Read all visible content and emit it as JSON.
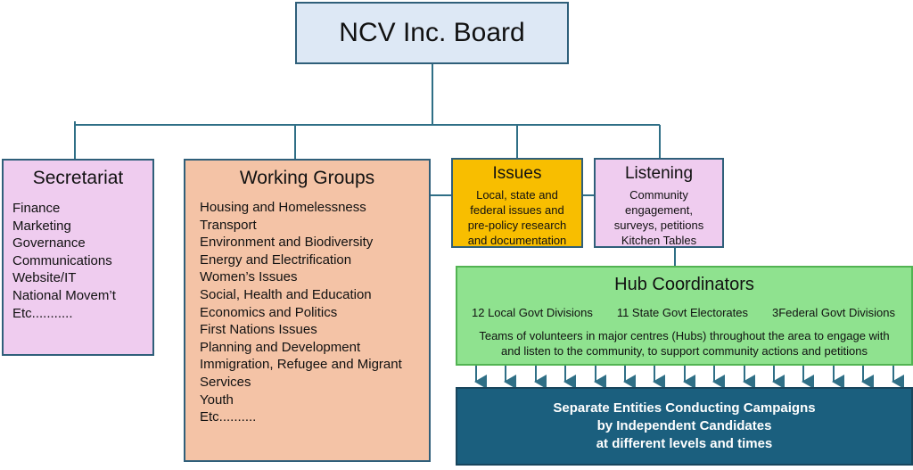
{
  "board": {
    "title": "NCV Inc. Board"
  },
  "secretariat": {
    "title": "Secretariat",
    "items": [
      "Finance",
      "Marketing",
      "Governance",
      "Communications",
      "Website/IT",
      "National Movem’t",
      "Etc..........."
    ]
  },
  "working_groups": {
    "title": "Working Groups",
    "items": [
      "Housing and Homelessness",
      "Transport",
      "Environment and Biodiversity",
      "Energy and Electrification",
      "Women’s Issues",
      "Social, Health and Education",
      "Economics and Politics",
      "First Nations Issues",
      "Planning and Development",
      "Immigration, Refugee and Migrant",
      "Services",
      "Youth",
      "Etc.........."
    ]
  },
  "issues": {
    "title": "Issues",
    "lines": [
      "Local, state and",
      "federal issues and",
      "pre-policy research",
      "and documentation"
    ]
  },
  "listening": {
    "title": "Listening",
    "lines": [
      "Community",
      "engagement,",
      "surveys, petitions",
      "Kitchen Tables"
    ]
  },
  "hub": {
    "title": "Hub Coordinators",
    "divisions": [
      "12 Local Govt Divisions",
      "11 State Govt Electorates",
      "3Federal Govt Divisions"
    ],
    "lines": [
      "Teams of volunteers in major centres (Hubs) throughout the area to engage with",
      "and listen to the community, to support community actions and petitions"
    ]
  },
  "entities": {
    "lines": [
      "Separate Entities Conducting Campaigns",
      "by Independent Candidates",
      "at different levels and times"
    ]
  },
  "colors": {
    "connector": "#2f6f86",
    "board_fill": "#dde8f5",
    "secretariat_fill": "#efccef",
    "working_fill": "#f4c3a6",
    "issues_fill": "#f8be00",
    "listening_fill": "#efccef",
    "hub_fill": "#8fe28f",
    "entities_fill": "#1b5f7e"
  }
}
